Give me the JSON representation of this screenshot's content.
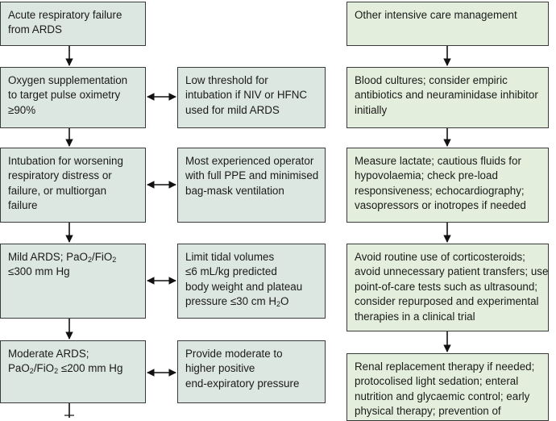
{
  "left_column": [
    {
      "lines": [
        "Acute respiratory failure",
        "from ARDS"
      ]
    },
    {
      "lines": [
        "Oxygen supplementation",
        "to target pulse oximetry",
        "≥90%"
      ]
    },
    {
      "lines": [
        "Intubation for worsening",
        "respiratory distress or",
        "failure, or multiorgan",
        "failure"
      ]
    },
    {
      "lines": [
        "Mild ARDS; PaO2/FiO2",
        "≤300 mm Hg"
      ]
    },
    {
      "lines": [
        "Moderate ARDS;",
        "PaO2/FiO2 ≤200 mm Hg"
      ]
    }
  ],
  "middle_column": [
    {
      "lines": [
        "Low threshold for",
        "intubation if NIV or HFNC",
        "used for mild ARDS"
      ]
    },
    {
      "lines": [
        "Most experienced operator",
        "with full PPE and minimised",
        "bag-mask ventilation"
      ]
    },
    {
      "lines": [
        "Limit tidal volumes",
        "≤6 mL/kg predicted",
        "body weight and plateau",
        "pressure ≤30 cm H2O"
      ]
    },
    {
      "lines": [
        "Provide moderate to",
        "higher positive",
        "end-expiratory pressure"
      ]
    }
  ],
  "right_column": [
    {
      "lines": [
        "Other intensive care management"
      ]
    },
    {
      "lines": [
        "Blood cultures; consider empiric",
        "antibiotics and neuraminidase inhibitor",
        "initially"
      ]
    },
    {
      "lines": [
        "Measure lactate; cautious fluids for",
        "hypovolaemia; check pre-load",
        "responsiveness; echocardiography;",
        "vasopressors or inotropes if needed"
      ]
    },
    {
      "lines": [
        "Avoid routine use of corticosteroids;",
        "avoid unnecessary patient transfers; use",
        "point-of-care tests such as ultrasound;",
        "consider repurposed and experimental",
        "therapies in a clinical trial"
      ]
    },
    {
      "lines": [
        "Renal replacement therapy if needed;",
        "protocolised light sedation; enteral",
        "nutrition and glycaemic control; early",
        "physical therapy; prevention of"
      ]
    }
  ]
}
